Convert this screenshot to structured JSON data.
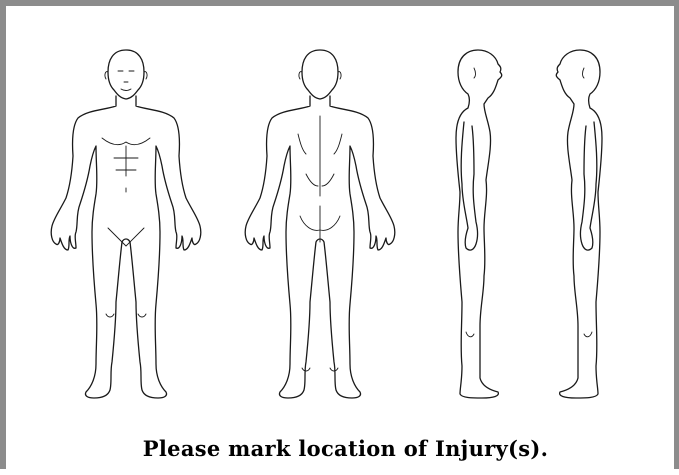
{
  "diagram": {
    "views": [
      {
        "name": "front-view"
      },
      {
        "name": "back-view"
      },
      {
        "name": "right-side-view"
      },
      {
        "name": "left-side-view"
      }
    ]
  },
  "caption": "Please mark location of Injury(s)."
}
